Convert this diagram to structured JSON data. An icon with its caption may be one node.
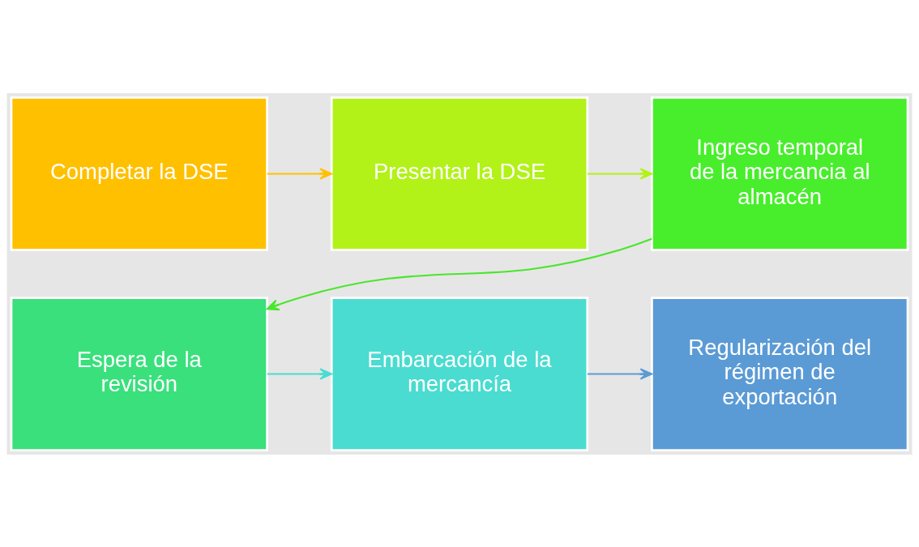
{
  "diagram": {
    "nodes": [
      {
        "text": [
          "Completar la DSE"
        ]
      },
      {
        "text": [
          "Presentar la DSE"
        ]
      },
      {
        "text": [
          "Ingreso temporal de la mercancia al almacén"
        ]
      },
      {
        "text": [
          "Espera de la revisión"
        ]
      },
      {
        "text": [
          "Embarcación de la mercancía"
        ]
      },
      {
        "text": [
          "Regularización del régimen de exportación"
        ]
      }
    ],
    "edges": [
      {
        "from": 0,
        "to": 1,
        "arrow": "to",
        "color": "#ffc000"
      },
      {
        "from": 1,
        "to": 2,
        "arrow": "to",
        "color": "#b2f218"
      },
      {
        "from": 2,
        "to": 3,
        "arrow": "to",
        "color": "#48e62e"
      },
      {
        "from": 3,
        "to": 4,
        "arrow": "to",
        "color": "#4adcd0"
      },
      {
        "from": 4,
        "to": 5,
        "arrow": "to",
        "color": "#5b9bd5"
      }
    ]
  }
}
